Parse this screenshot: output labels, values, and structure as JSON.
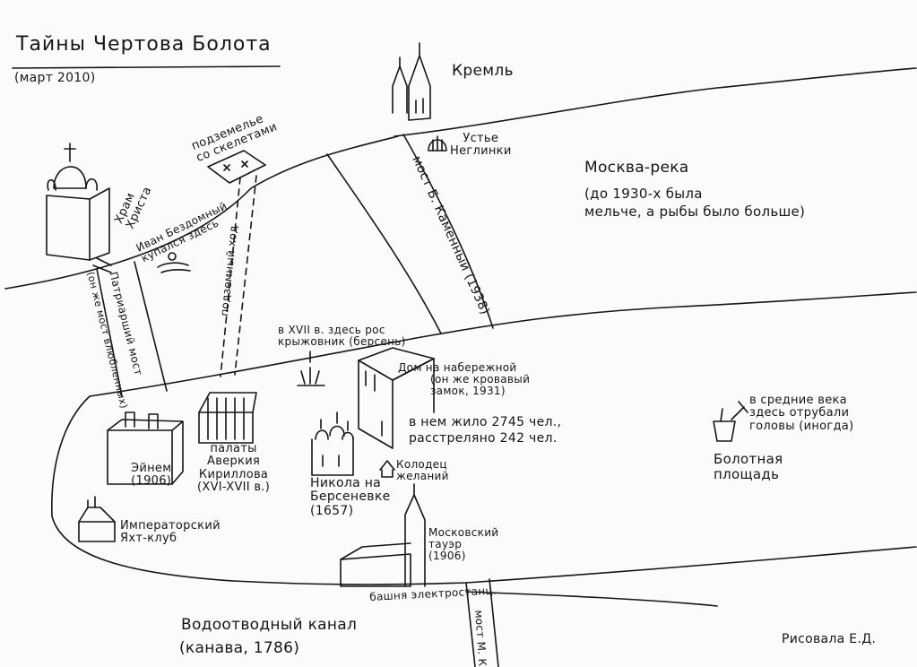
{
  "title": "Тайны Чертова Болота",
  "subtitle": "(март 2010)",
  "author": "Рисовала Е.Д.",
  "water": {
    "river": "Москва-река",
    "river_note": [
      "(до 1930-х была",
      "мельче, а рыбы было больше)"
    ],
    "canal": "Водоотводный канал",
    "canal_note": "(канава, 1786)",
    "neglinka": [
      "Устье",
      "Неглинки"
    ]
  },
  "bridges": {
    "bolshoy_kamenny": "мост Б. Каменный (1938)",
    "patriarshiy": "Патриарший мост",
    "patriarshiy_alias": "(он же мост влюбленных)",
    "maly_kamenny": "мост М. Камен"
  },
  "places": {
    "kremlin": "Кремль",
    "hram": [
      "Храм",
      "Христа"
    ],
    "ivan": [
      "Иван Бездомный",
      "купался здесь"
    ],
    "dungeon": [
      "подземелье",
      "со скелетами"
    ],
    "underground_passage": "подземный ход",
    "gooseberry": [
      "в XVII в. здесь рос",
      "крыжовник (берсень)"
    ],
    "house": [
      "Дом",
      "на набережной",
      "(он же кровавый",
      "замок, 1931)"
    ],
    "house_stats": [
      "в нем жило 2745 чел.,",
      "расстреляно 242 чел."
    ],
    "einem": [
      "Эйнем",
      "(1906)"
    ],
    "palaty": [
      "палаты",
      "Аверкия",
      "Кириллова",
      "(XVI-XVII в.)"
    ],
    "nikola": [
      "Никола на",
      "Берсеневке",
      "(1657)"
    ],
    "wishing_well": [
      "Колодец",
      "желаний"
    ],
    "yacht_club": [
      "Императорский",
      "Яхт-клуб"
    ],
    "moscow_tower": [
      "Московский",
      "тауэр",
      "(1906)"
    ],
    "power_station": "башня электростанц.",
    "execution": [
      "в средние века",
      "здесь отрубали",
      "головы (иногда)"
    ],
    "bolotnaya": [
      "Болотная",
      "площадь"
    ]
  }
}
